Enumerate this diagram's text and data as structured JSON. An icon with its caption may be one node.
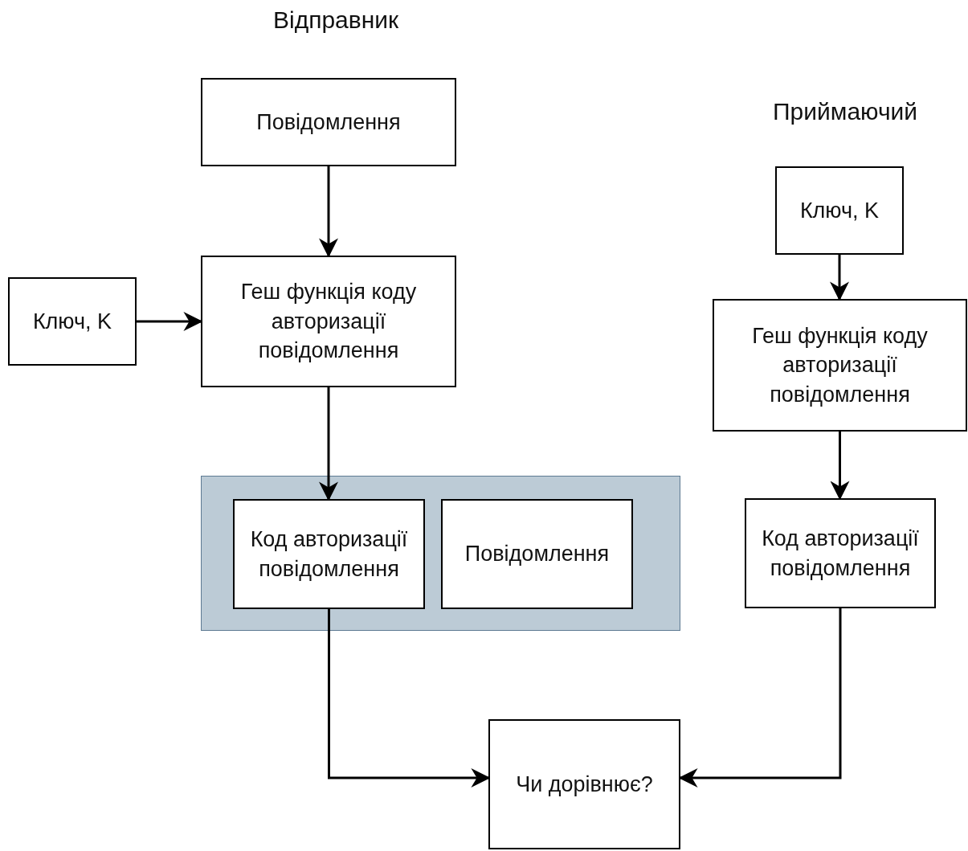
{
  "diagram": {
    "nodes": [
      {
        "text": [
          "Повідомлення"
        ]
      },
      {
        "text": [
          "Ключ, K"
        ]
      },
      {
        "text": [
          "Геш функція коду авторизації повідомлення"
        ]
      },
      {
        "text": [],
        "shape": "box"
      },
      {
        "text": [
          "Код авторизації повідомлення"
        ],
        "in": 3
      },
      {
        "text": [
          "Повідомлення"
        ],
        "in": 3
      },
      {
        "text": [
          "Ключ, K"
        ]
      },
      {
        "text": [
          "Геш функція коду авторизації повідомлення"
        ]
      },
      {
        "text": [
          "Код авторизації повідомлення"
        ]
      },
      {
        "text": [
          "Чи дорівнює?"
        ]
      }
    ],
    "edges": [
      {
        "from": 0,
        "to": 2,
        "arrow": "to"
      },
      {
        "from": 1,
        "to": 2,
        "arrow": "to"
      },
      {
        "from": 2,
        "to": 4,
        "arrow": "to"
      },
      {
        "from": 6,
        "to": 7,
        "arrow": "to"
      },
      {
        "from": 7,
        "to": 8,
        "arrow": "to"
      },
      {
        "from": 4,
        "to": 9,
        "arrow": "to"
      },
      {
        "from": 8,
        "to": 9,
        "arrow": "to"
      }
    ],
    "labels": [
      "Відправник",
      "Приймаючий"
    ]
  }
}
